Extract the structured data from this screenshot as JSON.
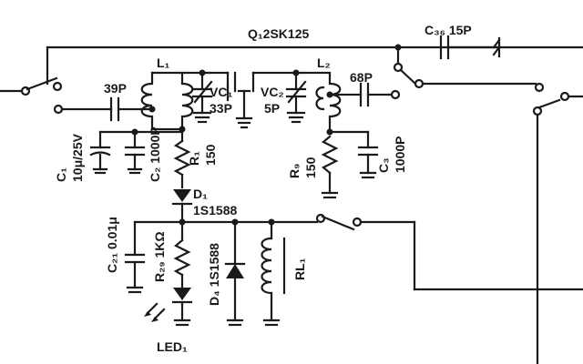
{
  "labels": {
    "q1": "Q₁2SK125",
    "c36": "C₃₆ 15P",
    "l1": "L₁",
    "l2": "L₂",
    "c39p": "39P",
    "c68p": "68P",
    "vc1": "VC₁",
    "vc1_val": "33P",
    "vc2": "VC₂",
    "vc2_val": "5P",
    "c1": "C₁",
    "c1_val": "10μ/25V",
    "c2": "C₂ 1000P",
    "r1": "R₁",
    "r1_val": "150",
    "r9": "R₉",
    "r9_val": "150",
    "c3": "C₃",
    "c3_val": "1000P",
    "d1": "D₁",
    "d1_val": "1S1588",
    "c21": "C₂₁ 0.01μ",
    "r29": "R₂₉ 1KΩ",
    "d4": "D₄ 1S1588",
    "rl1": "RL₁",
    "led1": "LED₁"
  }
}
